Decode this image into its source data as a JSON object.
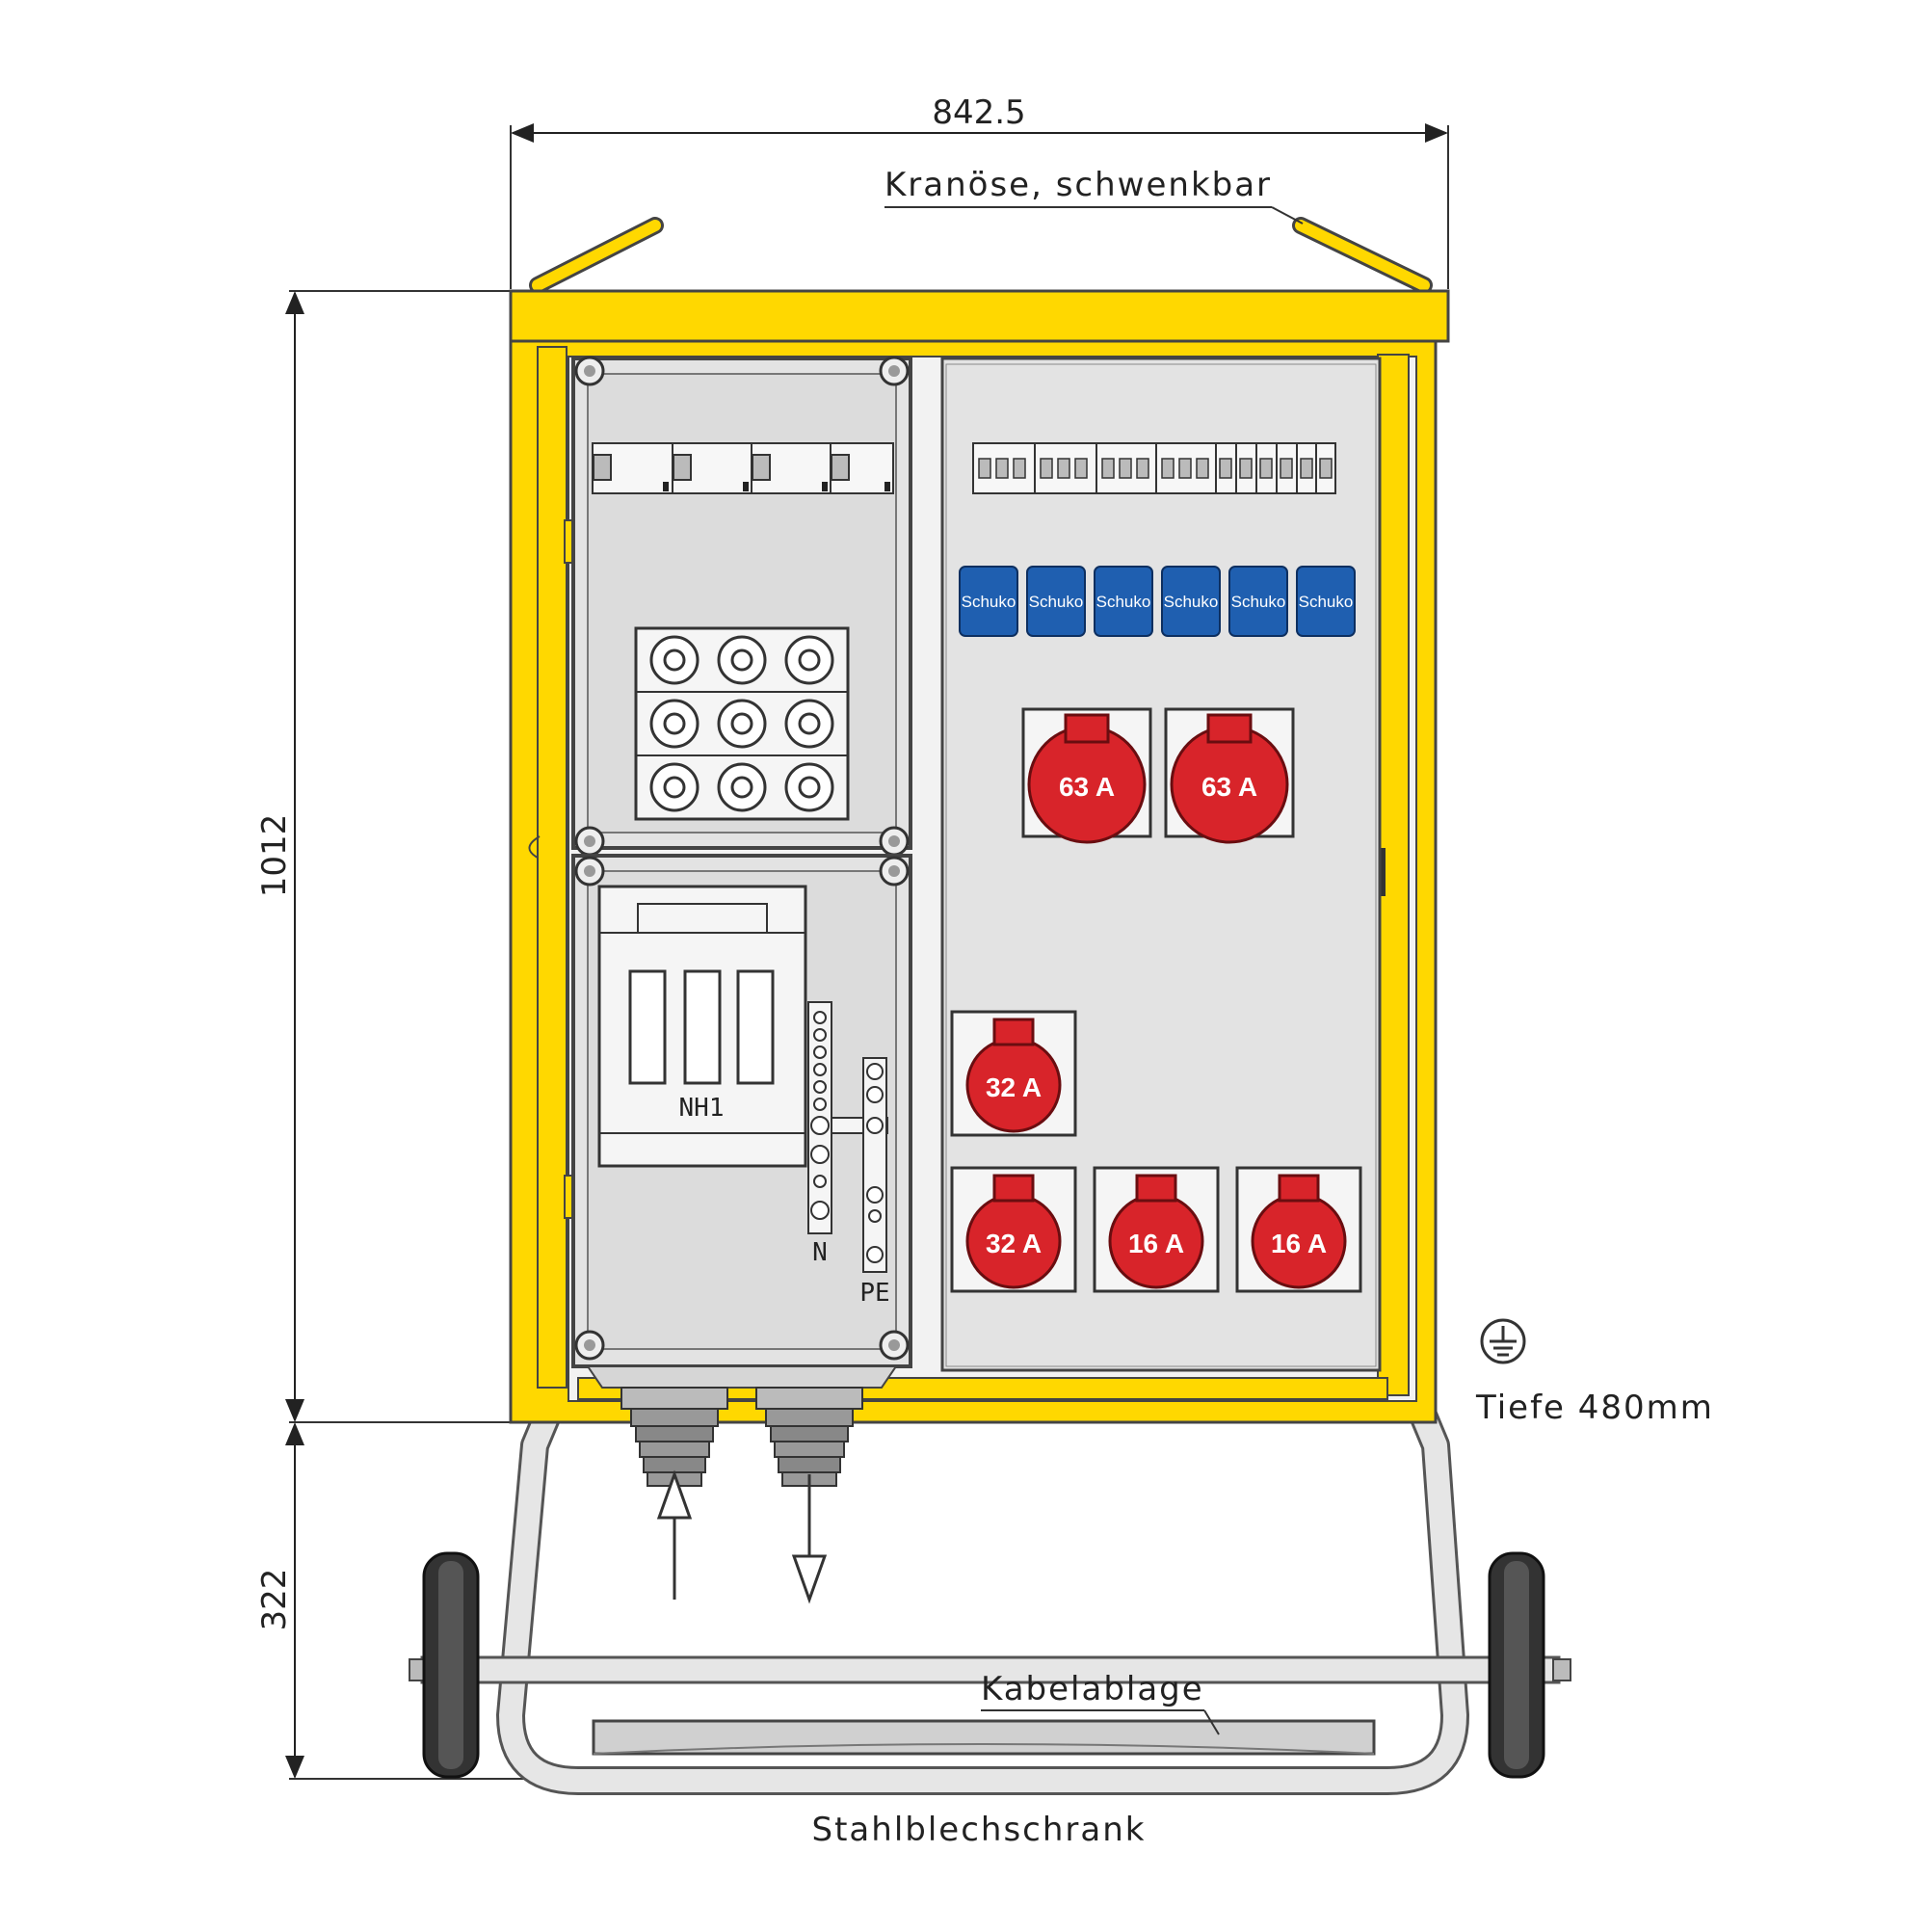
{
  "dimensions": {
    "width": "842.5",
    "height_cabinet": "1012",
    "height_frame": "322"
  },
  "labels": {
    "crane_eye": "Kranöse, schwenkbar",
    "depth": "Tiefe 480mm",
    "cable_tray": "Kabelablage",
    "title": "Stahlblechschrank",
    "fuse": "NH1",
    "neutral": "N",
    "earth": "PE"
  },
  "schuko": [
    "Schuko",
    "Schuko",
    "Schuko",
    "Schuko",
    "Schuko",
    "Schuko"
  ],
  "cee_sockets": [
    "63 A",
    "63 A",
    "32 A",
    "32 A",
    "16 A",
    "16 A"
  ],
  "icons": [
    "ground-symbol-icon",
    "arrow-up-icon",
    "arrow-down-icon"
  ],
  "colors": {
    "cabinet_yellow": "#ffd800",
    "schuko_blue": "#1f5fb0",
    "cee_red": "#d8242a",
    "panel_grey": "#e3e3e3"
  }
}
